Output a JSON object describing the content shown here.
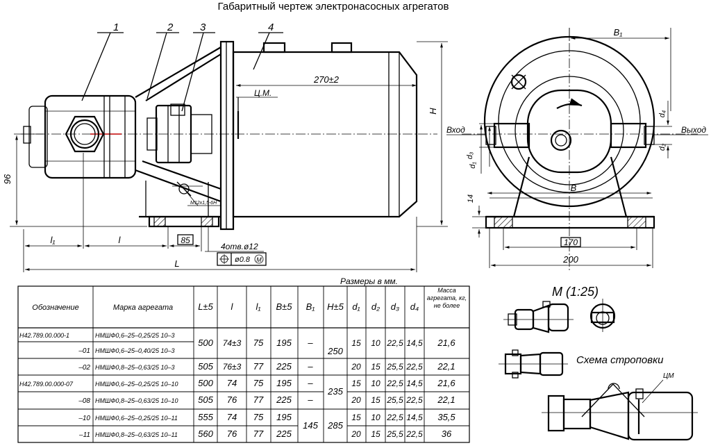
{
  "title": "Габаритный чертеж электронасосных агрегатов",
  "callouts": [
    "1",
    "2",
    "3",
    "4"
  ],
  "dims": {
    "len270": "270±2",
    "cm": "Ц.М.",
    "h96": "96",
    "l1": "l₁",
    "l": "l",
    "d85": "85",
    "holes": "4отв.ø12",
    "tol": "ø0.8",
    "tolM": "M",
    "L": "L",
    "H": "H",
    "B1": "B₁",
    "B": "B",
    "d14": "14",
    "d170": "170",
    "d200": "200",
    "d1": "d₁",
    "d2": "d₂",
    "d3": "d₃",
    "d4": "d₄",
    "thread": "M12x1,5-6H",
    "inlet": "Вход",
    "outlet": "Выход"
  },
  "units_note": "Размеры в мм.",
  "view_m": "М (1:25)",
  "sling": "Схема строповки",
  "sling_cm": "ЦМ",
  "table": {
    "headers": [
      "Обозначение",
      "Марка агрегата",
      "L±5",
      "l",
      "l₁",
      "B±5",
      "B₁",
      "H±5",
      "d₁",
      "d₂",
      "d₃",
      "d₄",
      "Масса агрегата, кг, не более"
    ],
    "rows": [
      {
        "code": "Н42.789.00.000-1",
        "mark": "НМШФ0,6–25–0,25/25 10–3"
      },
      {
        "code": "–01",
        "mark": "НМШФ0,6–25–0,40/25 10–3"
      },
      {
        "code": "–02",
        "mark": "НМШФ0,8–25–0,63/25 10–3"
      },
      {
        "code": "Н42.789.00.000-07",
        "mark": "НМШФ0,6–25–0,25/25 10–10"
      },
      {
        "code": "–08",
        "mark": "НМШФ0,8–25–0,63/25 10–10"
      },
      {
        "code": "–10",
        "mark": "НМШФ0,6–25–0,25/25 10–11"
      },
      {
        "code": "–11",
        "mark": "НМШФ0,8–25–0,63/25 10–11"
      }
    ],
    "L": [
      "500",
      "505",
      "500",
      "505",
      "555",
      "560"
    ],
    "l": [
      "74±3",
      "76±3",
      "74",
      "76",
      "74",
      "76"
    ],
    "l1": [
      "75",
      "77",
      "75",
      "77",
      "75",
      "77"
    ],
    "B": [
      "195",
      "225",
      "195",
      "225",
      "195",
      "225"
    ],
    "B1": [
      "–",
      "–",
      "–",
      "–",
      "145"
    ],
    "H": [
      "250",
      "235",
      "285"
    ],
    "d1": [
      "15",
      "20",
      "15",
      "20",
      "15",
      "20"
    ],
    "d2": [
      "10",
      "15",
      "10",
      "15",
      "10",
      "15"
    ],
    "d3": [
      "22,5",
      "25,5",
      "22,5",
      "25,5",
      "22,5",
      "25,5"
    ],
    "d4": [
      "14,5",
      "22,5",
      "14,5",
      "22,5",
      "14,5",
      "22,5"
    ],
    "mass": [
      "21,6",
      "22,1",
      "21,6",
      "22,1",
      "35,5",
      "36"
    ]
  }
}
